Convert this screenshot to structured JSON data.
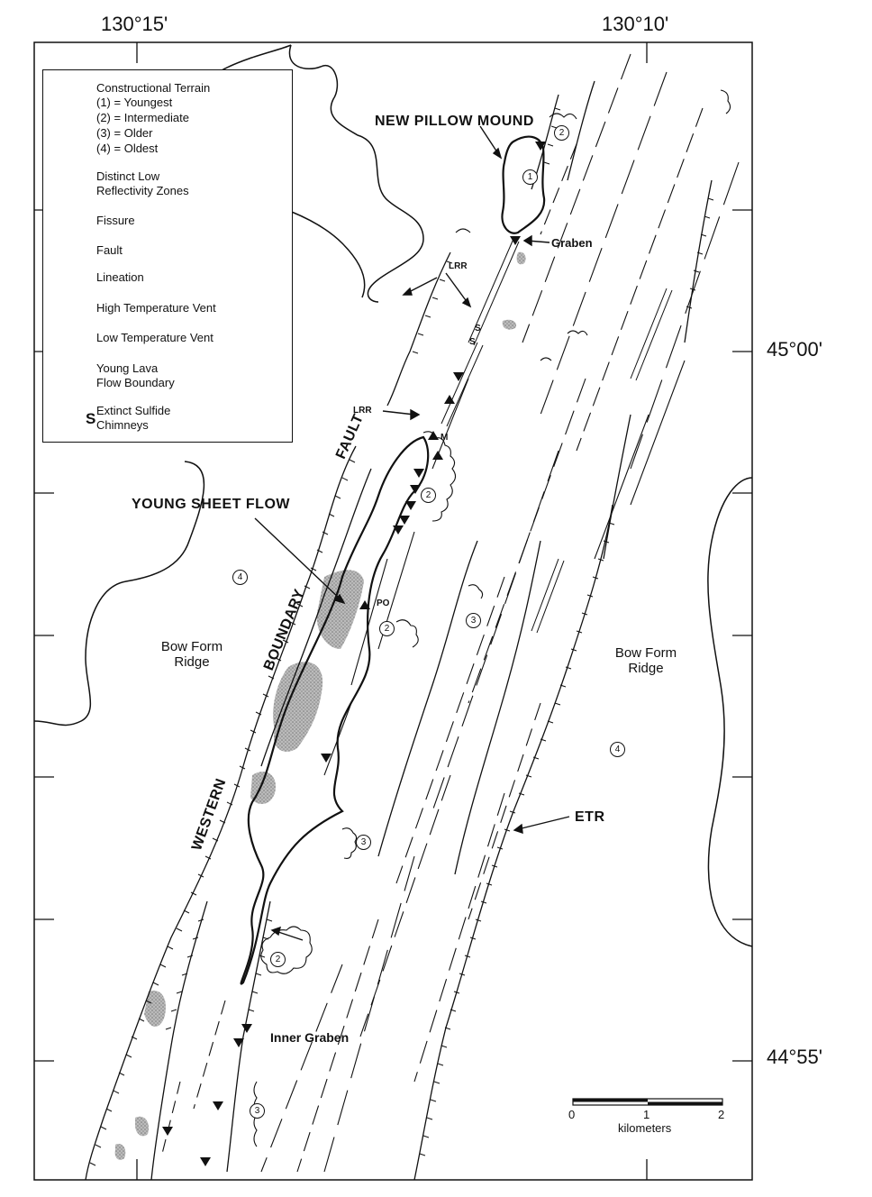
{
  "coordinates": {
    "lon_left": "130°15'",
    "lon_right": "130°10'",
    "lat_upper": "45°00'",
    "lat_lower": "44°55'"
  },
  "legend": {
    "constructional": [
      "Constructional Terrain",
      "(1) = Youngest",
      "(2) = Intermediate",
      "(3) = Older",
      "(4) = Oldest"
    ],
    "low_reflectivity": [
      "Distinct Low",
      "Reflectivity Zones"
    ],
    "fissure": "Fissure",
    "fault": "Fault",
    "lineation": "Lineation",
    "high_vent": "High Temperature Vent",
    "low_vent": "Low Temperature Vent",
    "lava_boundary": [
      "Young Lava",
      "Flow Boundary"
    ],
    "sulfide_symbol": "S",
    "sulfide": [
      "Extinct Sulfide",
      "Chimneys"
    ]
  },
  "labels": {
    "new_pillow_mound": "NEW PILLOW MOUND",
    "graben": "Graben",
    "lrr_top": "LRR",
    "lrr_mid": "LRR",
    "s1": "S",
    "s2": "S",
    "m": "M",
    "po": "PO",
    "young_sheet_flow": "YOUNG SHEET FLOW",
    "fault_word": "FAULT",
    "boundary_word": "BOUNDARY",
    "western_word": "WESTERN",
    "bow_form_left": [
      "Bow Form",
      "Ridge"
    ],
    "bow_form_right": [
      "Bow Form",
      "Ridge"
    ],
    "etr": "ETR",
    "inner_graben": "Inner Graben"
  },
  "terrain_markers": [
    {
      "id": "t1",
      "text": "1"
    },
    {
      "id": "t2a",
      "text": "2"
    },
    {
      "id": "t2b",
      "text": "2"
    },
    {
      "id": "t2c",
      "text": "2"
    },
    {
      "id": "t2d",
      "text": "2"
    },
    {
      "id": "t3a",
      "text": "3"
    },
    {
      "id": "t3b",
      "text": "3"
    },
    {
      "id": "t3c",
      "text": "3"
    },
    {
      "id": "t4a",
      "text": "4"
    },
    {
      "id": "t4b",
      "text": "4"
    }
  ],
  "scale_bar": {
    "tick_0": "0",
    "tick_1": "1",
    "tick_2": "2",
    "unit": "kilometers"
  }
}
